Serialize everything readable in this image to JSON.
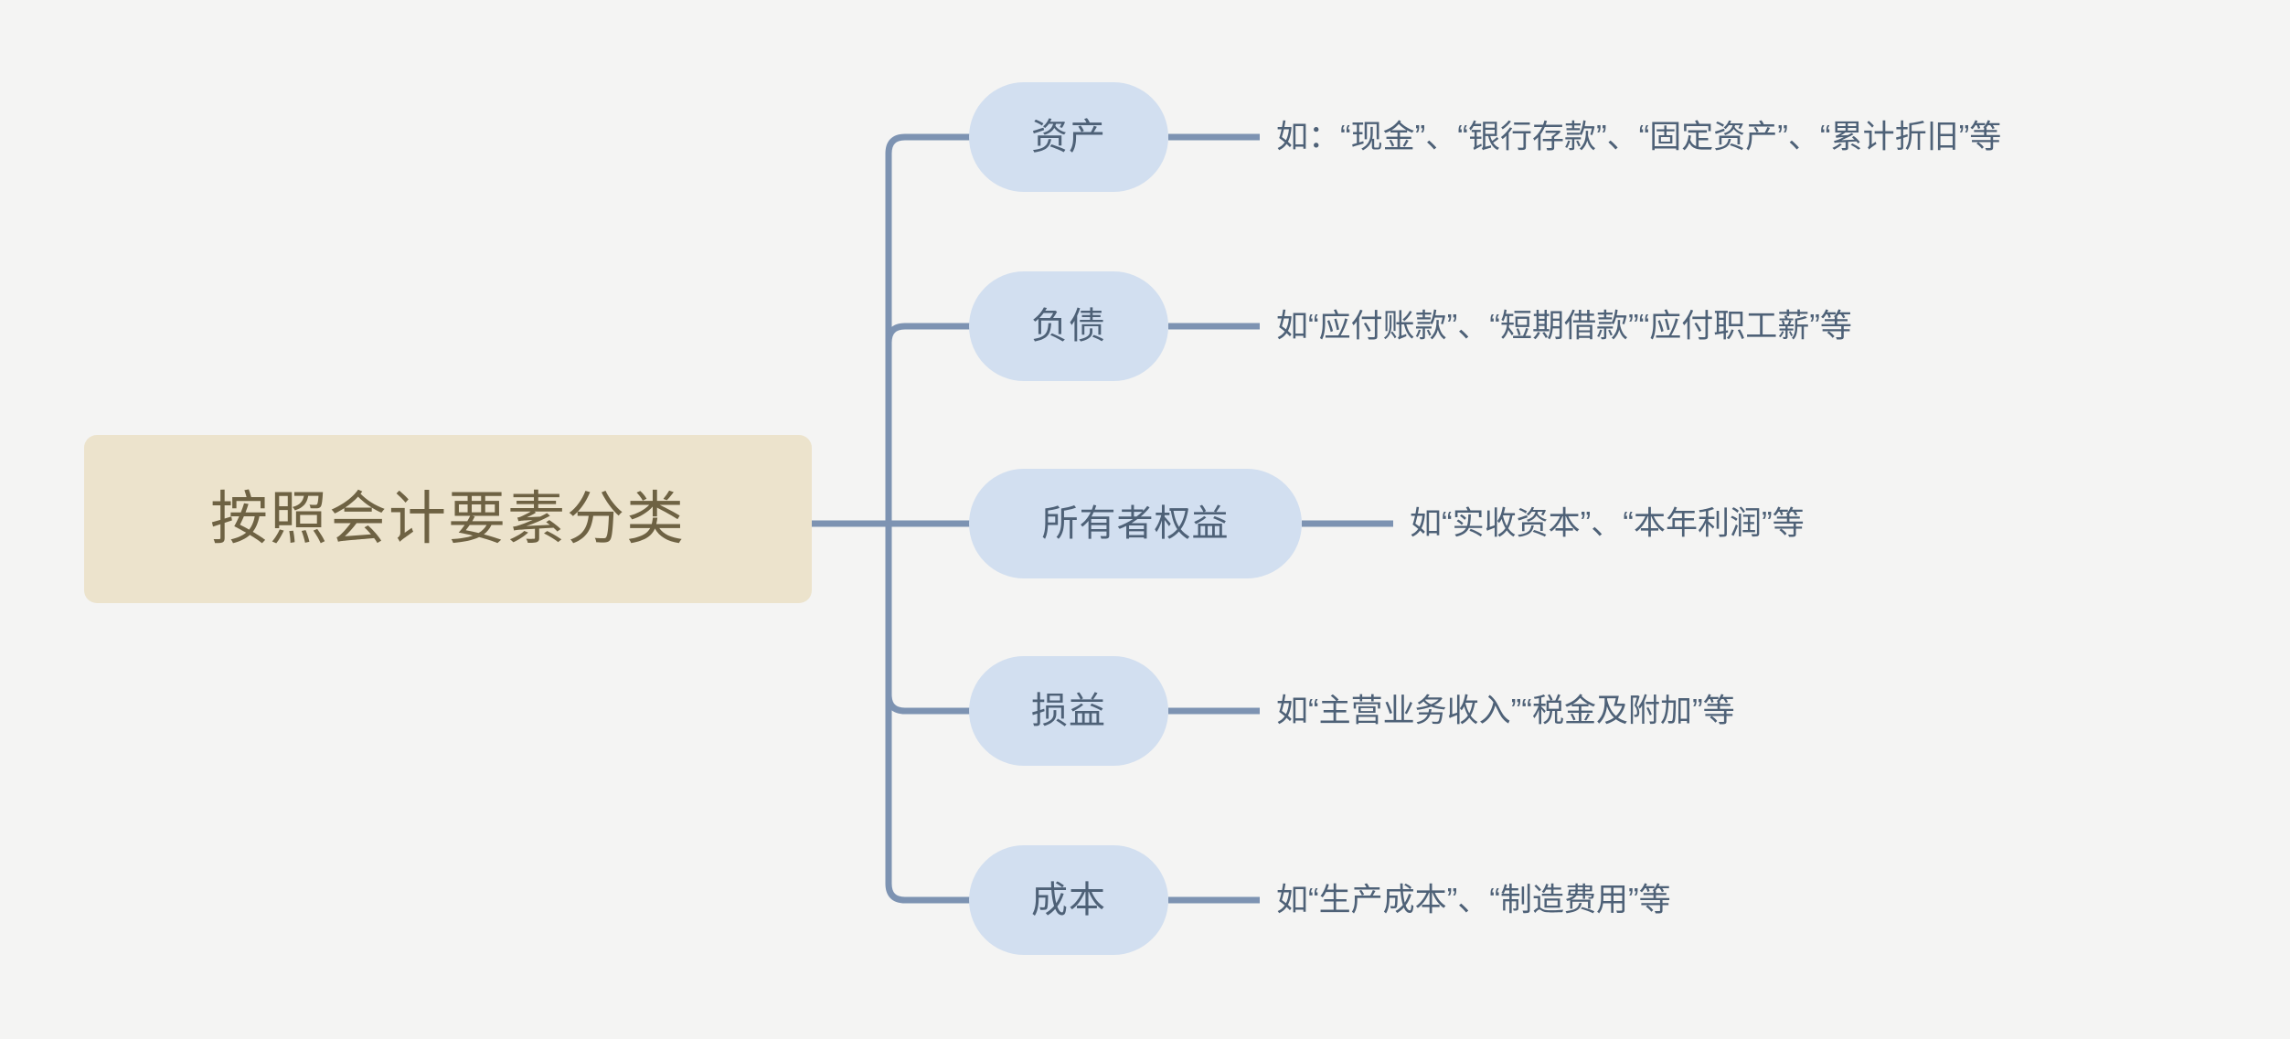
{
  "diagram": {
    "title": "按照会计要素分类",
    "type": "mind-map",
    "background_color": "#f4f4f3",
    "root": {
      "label": "按照会计要素分类",
      "fill_color": "#ece3cc",
      "text_color": "#6e6243"
    },
    "connector_color": "#7d93b2",
    "branch_fill_color": "#d2dff0",
    "branch_text_color": "#4e6177",
    "branches": [
      {
        "label": "资产",
        "description": "如：“现金”、“银行存款”、“固定资产”、“累计折旧”等"
      },
      {
        "label": "负债",
        "description": "如“应付账款”、“短期借款”“应付职工薪”等"
      },
      {
        "label": "所有者权益",
        "description": "如“实收资本”、“本年利润”等"
      },
      {
        "label": "损益",
        "description": "如“主营业务收入”“税金及附加”等"
      },
      {
        "label": "成本",
        "description": "如“生产成本”、“制造费用”等"
      }
    ]
  }
}
